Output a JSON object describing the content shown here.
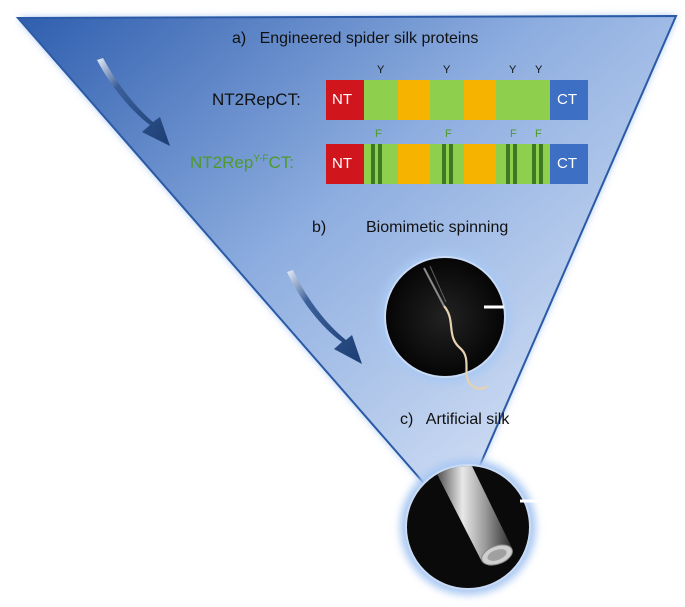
{
  "sections": {
    "a": {
      "letter": "a)",
      "title": "Engineered spider silk proteins"
    },
    "b": {
      "letter": "b)",
      "title": "Biomimetic spinning"
    },
    "c": {
      "letter": "c)",
      "title": "Artificial silk"
    }
  },
  "constructs": [
    {
      "name": "NT2RepCT:",
      "name_color": "#111111",
      "domains": [
        "NT",
        "CT"
      ],
      "residue_marker": "Y",
      "marker_color": "#111111"
    },
    {
      "name_base": "NT2Rep",
      "name_superscript": "Y-F",
      "name_suffix": "CT:",
      "name_color": "#4f9a2c",
      "domains": [
        "NT",
        "CT"
      ],
      "residue_marker": "F",
      "marker_color": "#4f9a2c"
    }
  ],
  "colors": {
    "nt_domain": "#d0161c",
    "ct_domain": "#3d6fc4",
    "rep_green": "#8ed04e",
    "rep_yellow": "#f6b400",
    "mutation_dark_green": "#3e7a22",
    "triangle_dark": "#3563b3",
    "triangle_light": "#d9e5f8",
    "arrow": "#1f477e"
  }
}
